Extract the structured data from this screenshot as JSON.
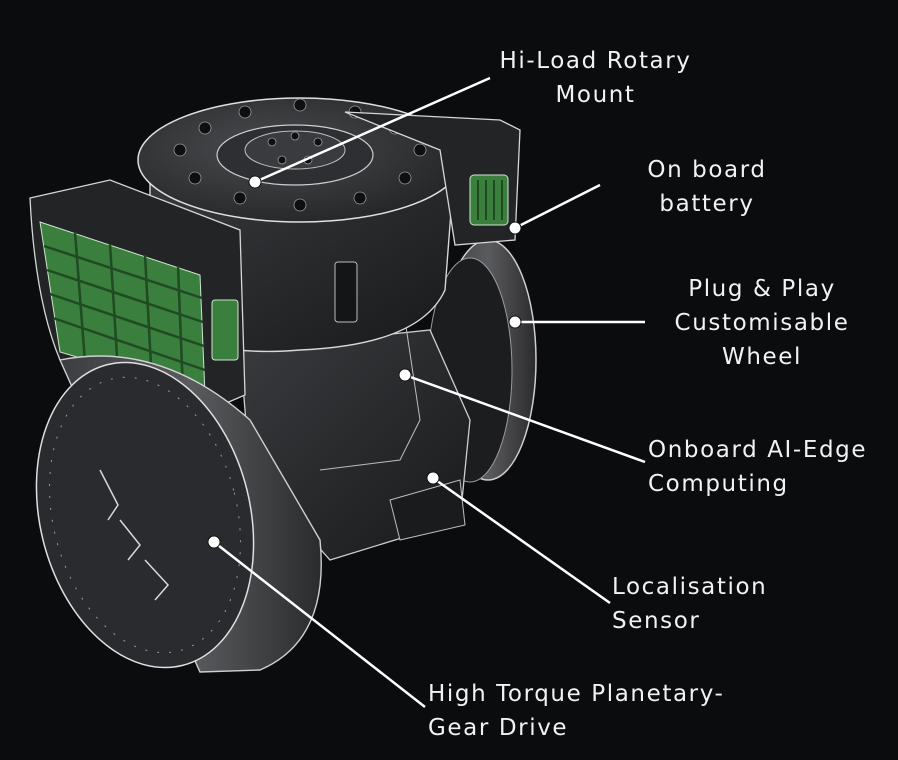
{
  "callouts": {
    "rotary_mount": "Hi-Load Rotary\nMount",
    "battery": "On board\nbattery",
    "wheel": "Plug & Play\nCustomisable\nWheel",
    "computing": "Onboard AI-Edge\nComputing",
    "sensor": "Localisation\nSensor",
    "gear_drive": "High Torque Planetary-\nGear Drive"
  },
  "colors": {
    "background": "#0b0c0e",
    "accent_green": "#3a7f3e",
    "outline": "#d9d9d9",
    "body": "#2b2c2e"
  },
  "icons": [
    "drive-module-illustration"
  ]
}
